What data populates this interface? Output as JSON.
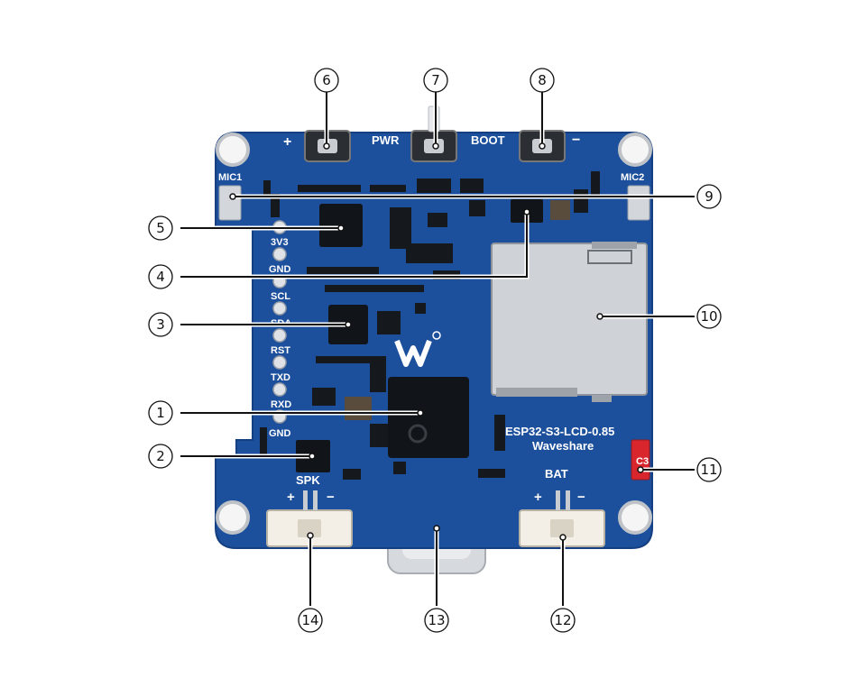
{
  "board": {
    "model": "ESP32-S3-LCD-0.85",
    "brand": "Waveshare",
    "button_labels": {
      "plus": "+",
      "pwr": "PWR",
      "boot": "BOOT",
      "minus": "−"
    },
    "mic_labels": [
      "MIC1",
      "MIC2"
    ],
    "pin_labels": [
      "3V3",
      "GND",
      "SCL",
      "SDA",
      "RST",
      "TXD",
      "RXD",
      "GND"
    ],
    "spk_label": "SPK",
    "bat_label": "BAT",
    "polarity": {
      "plus": "+",
      "minus": "−"
    },
    "c3_label": "C3",
    "colors": {
      "pcb": "#1c4f9c",
      "pcb_edge": "#153f80",
      "chip": "#111418",
      "metal": "#c8cbd0",
      "connector": "#f3efe6",
      "led": "#d8262c"
    }
  },
  "callouts": [
    {
      "number": "6",
      "target": "volume-plus-button"
    },
    {
      "number": "7",
      "target": "power-button"
    },
    {
      "number": "8",
      "target": "boot-button"
    },
    {
      "number": "9",
      "target": "microphone-amplifier-chip"
    },
    {
      "number": "5",
      "target": "audio-codec-chip"
    },
    {
      "number": "4",
      "target": "small-chip"
    },
    {
      "number": "10",
      "target": "tf-card-slot"
    },
    {
      "number": "3",
      "target": "sensor-chip"
    },
    {
      "number": "1",
      "target": "esp32-s3-chip"
    },
    {
      "number": "11",
      "target": "c3-led"
    },
    {
      "number": "2",
      "target": "speaker-amplifier-chip"
    },
    {
      "number": "14",
      "target": "speaker-connector"
    },
    {
      "number": "13",
      "target": "usb-c-port"
    },
    {
      "number": "12",
      "target": "battery-connector"
    }
  ]
}
